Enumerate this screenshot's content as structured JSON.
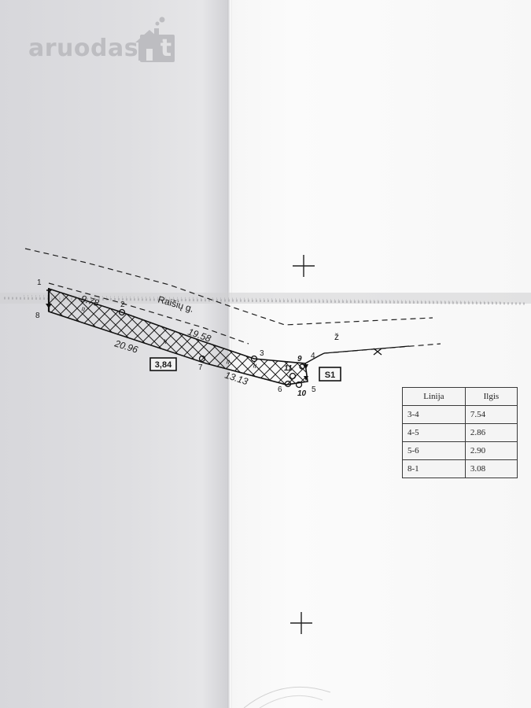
{
  "watermark": {
    "brand": "aruodas",
    "tld": ".lt",
    "icon": "house-with-smoke-icon"
  },
  "plan": {
    "street_label": "Raišių g.",
    "north_letter": "ž",
    "area_label_main": "3,84",
    "area_label_secondary": "S1",
    "point_labels": [
      "1",
      "2",
      "3",
      "4",
      "5",
      "6",
      "7",
      "8",
      "9",
      "10",
      "11"
    ],
    "edge_lengths": [
      "9.78",
      "19.58",
      "20.96",
      "13.13"
    ],
    "hatch_marks": [
      "II",
      "II",
      "II",
      "II"
    ]
  },
  "lengths_table": {
    "headers": [
      "Linija",
      "Ilgis"
    ],
    "rows": [
      [
        "3-4",
        "7.54"
      ],
      [
        "4-5",
        "2.86"
      ],
      [
        "5-6",
        "2.90"
      ],
      [
        "8-1",
        "3.08"
      ]
    ]
  }
}
